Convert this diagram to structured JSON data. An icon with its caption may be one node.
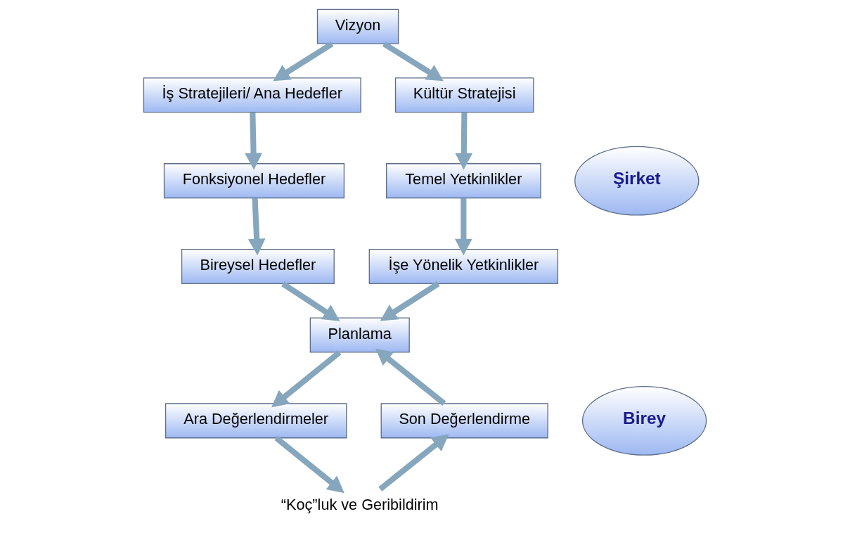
{
  "diagram": {
    "nodes": [
      {
        "text": [
          "Vizyon"
        ]
      },
      {
        "text": [
          "İş Stratejileri/ Ana Hedefler"
        ]
      },
      {
        "text": [
          "Fonksiyonel Hedefler"
        ]
      },
      {
        "text": [
          "Bireysel Hedefler"
        ]
      },
      {
        "text": [
          "Kültür Stratejisi"
        ]
      },
      {
        "text": [
          "Temel Yetkinlikler"
        ]
      },
      {
        "text": [
          "İşe Yönelik Yetkinlikler"
        ]
      },
      {
        "text": [
          "Şirket"
        ]
      },
      {
        "text": [
          "Planlama"
        ]
      },
      {
        "text": [
          "Son Değerlendirme"
        ]
      },
      {
        "text": [
          "Birey"
        ]
      },
      {
        "text": [
          "Ara Değerlendirmeler"
        ]
      },
      {
        "text": [
          "“Koç”luk ve Geribildirim"
        ]
      }
    ],
    "edges": [
      {
        "from": 0,
        "to": 1,
        "arrow": "to"
      },
      {
        "from": 0,
        "to": 4,
        "arrow": "to"
      },
      {
        "from": 1,
        "to": 2,
        "arrow": "to"
      },
      {
        "from": 2,
        "to": 3,
        "arrow": "to"
      },
      {
        "from": 4,
        "to": 5,
        "arrow": "to"
      },
      {
        "from": 5,
        "to": 6,
        "arrow": "to"
      },
      {
        "from": 3,
        "to": 8,
        "arrow": "to"
      },
      {
        "from": 6,
        "to": 8,
        "arrow": "to"
      },
      {
        "from": 9,
        "to": 8,
        "arrow": "to"
      },
      {
        "from": 8,
        "to": 11,
        "arrow": "to"
      },
      {
        "from": 11,
        "to": 12,
        "arrow": "to"
      },
      {
        "from": 12,
        "to": 9,
        "arrow": "to"
      }
    ]
  }
}
